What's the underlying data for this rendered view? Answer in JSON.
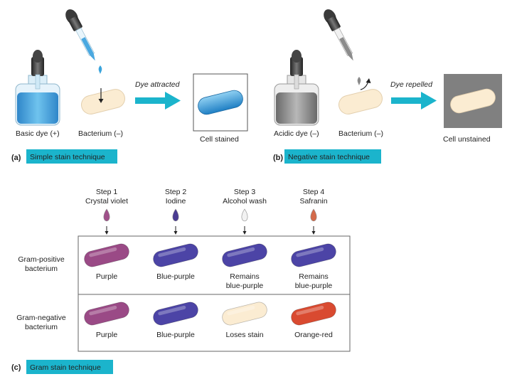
{
  "panel_a": {
    "letter": "(a)",
    "caption": "Simple stain technique",
    "dye_label": "Basic dye (+)",
    "bacterium_label": "Bacterium (–)",
    "arrow_label": "Dye attracted",
    "result_label": "Cell stained"
  },
  "panel_b": {
    "letter": "(b)",
    "caption": "Negative stain technique",
    "dye_label": "Acidic dye (–)",
    "bacterium_label": "Bacterium (–)",
    "arrow_label": "Dye repelled",
    "result_label": "Cell unstained"
  },
  "panel_c": {
    "letter": "(c)",
    "caption": "Gram stain technique",
    "steps": [
      {
        "num": "Step 1",
        "name": "Crystal violet",
        "drop_color": "#a0508a"
      },
      {
        "num": "Step 2",
        "name": "Iodine",
        "drop_color": "#4a3c92"
      },
      {
        "num": "Step 3",
        "name": "Alcohol wash",
        "drop_color": "#f2f2f2"
      },
      {
        "num": "Step 4",
        "name": "Safranin",
        "drop_color": "#d46a4a"
      }
    ],
    "rows": [
      {
        "label_line1": "Gram-positive",
        "label_line2": "bacterium",
        "cells": [
          {
            "line1": "Purple",
            "line2": "",
            "color": "#9a4a86"
          },
          {
            "line1": "Blue-purple",
            "line2": "",
            "color": "#4c44a6"
          },
          {
            "line1": "Remains",
            "line2": "blue-purple",
            "color": "#4c44a6"
          },
          {
            "line1": "Remains",
            "line2": "blue-purple",
            "color": "#4c44a6"
          }
        ]
      },
      {
        "label_line1": "Gram-negative",
        "label_line2": "bacterium",
        "cells": [
          {
            "line1": "Purple",
            "line2": "",
            "color": "#9a4a86"
          },
          {
            "line1": "Blue-purple",
            "line2": "",
            "color": "#4c44a6"
          },
          {
            "line1": "Loses stain",
            "line2": "",
            "color": "#fbecd2"
          },
          {
            "line1": "Orange-red",
            "line2": "",
            "color": "#d94a30"
          }
        ]
      }
    ]
  },
  "colors": {
    "accent": "#1bb4cc",
    "blue_dye": "#3aa4dc",
    "gray_dye": "#8a8a8a",
    "cell_unstained": "#fbecd2"
  }
}
